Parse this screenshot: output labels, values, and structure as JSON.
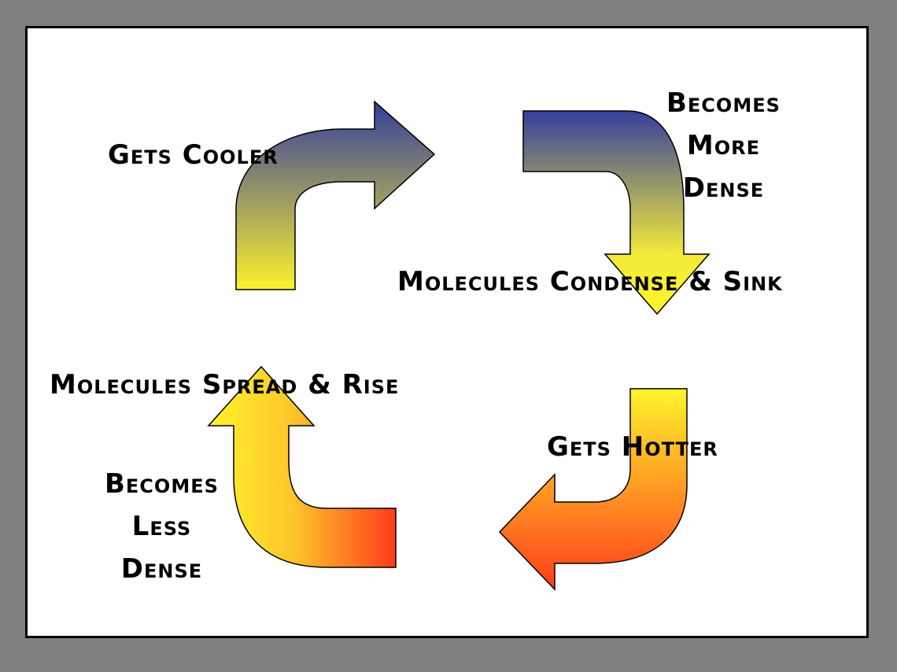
{
  "labels": {
    "gets_cooler": "Gets Cooler",
    "becomes_more_dense": [
      "Becomes",
      "More",
      "Dense"
    ],
    "condense_sink": "Molecules Condense & Sink",
    "spread_rise": "Molecules Spread & Rise",
    "gets_hotter": "Gets Hotter",
    "becomes_less_dense": [
      "Becomes",
      "Less",
      "Dense"
    ]
  },
  "colors": {
    "page_background": "#808080",
    "slide_background": "#ffffff",
    "cool_blue": "#353f9c",
    "warm_yellow": "#fff42c",
    "hot_red": "#ff3b1a",
    "hot_orange": "#ff7a20"
  }
}
